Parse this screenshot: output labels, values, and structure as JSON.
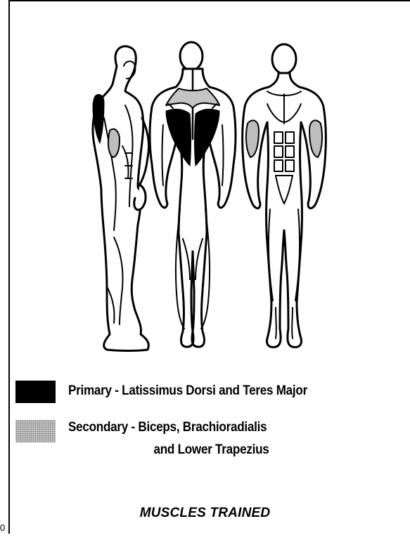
{
  "legend": {
    "primary_label": "Primary - Latissimus Dorsi and Teres Major",
    "secondary_label_line1": "Secondary - Biceps, Brachioradialis",
    "secondary_label_line2": "and Lower Trapezius",
    "primary_color": "#000000",
    "secondary_color": "#c8c8c8"
  },
  "caption": "MUSCLES TRAINED",
  "edge_mark": "0"
}
